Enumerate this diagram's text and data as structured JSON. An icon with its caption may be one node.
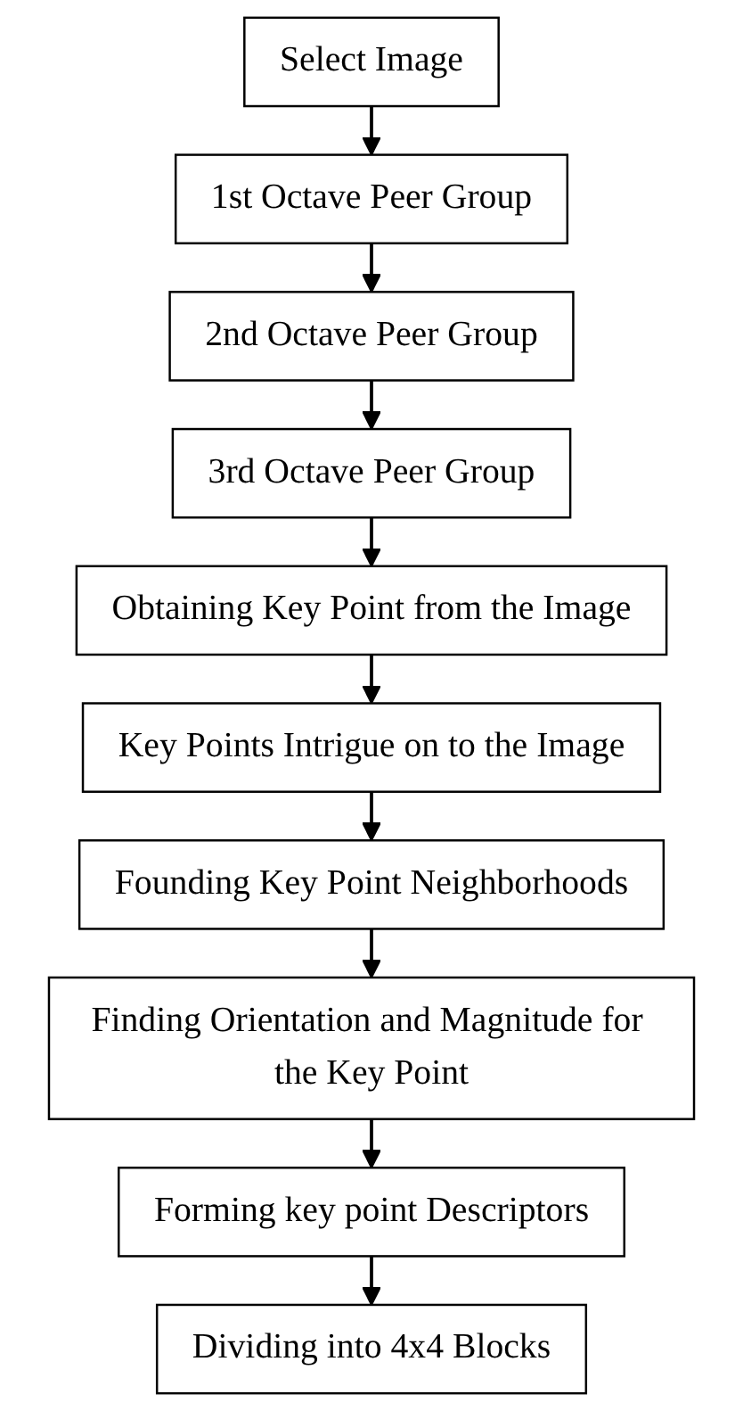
{
  "diagram": {
    "nodes": [
      {
        "text": [
          "Select Image"
        ]
      },
      {
        "text": [
          "1st Octave Peer Group"
        ]
      },
      {
        "text": [
          "2nd Octave Peer Group"
        ]
      },
      {
        "text": [
          "3rd Octave Peer Group"
        ]
      },
      {
        "text": [
          "Obtaining Key Point from the Image"
        ]
      },
      {
        "text": [
          "Key Points Intrigue on to the Image"
        ]
      },
      {
        "text": [
          "Founding Key Point Neighborhoods"
        ]
      },
      {
        "text": [
          "Finding Orientation and Magnitude for the Key Point"
        ]
      },
      {
        "text": [
          "Forming key point Descriptors"
        ]
      },
      {
        "text": [
          "Dividing into 4x4 Blocks"
        ]
      }
    ],
    "edges": [
      {
        "from": 0,
        "to": 1,
        "arrow": "to"
      },
      {
        "from": 1,
        "to": 2,
        "arrow": "to"
      },
      {
        "from": 2,
        "to": 3,
        "arrow": "to"
      },
      {
        "from": 3,
        "to": 4,
        "arrow": "to"
      },
      {
        "from": 4,
        "to": 5,
        "arrow": "to"
      },
      {
        "from": 5,
        "to": 6,
        "arrow": "to"
      },
      {
        "from": 6,
        "to": 7,
        "arrow": "to"
      },
      {
        "from": 7,
        "to": 8,
        "arrow": "to"
      },
      {
        "from": 8,
        "to": 9,
        "arrow": "to"
      }
    ]
  }
}
